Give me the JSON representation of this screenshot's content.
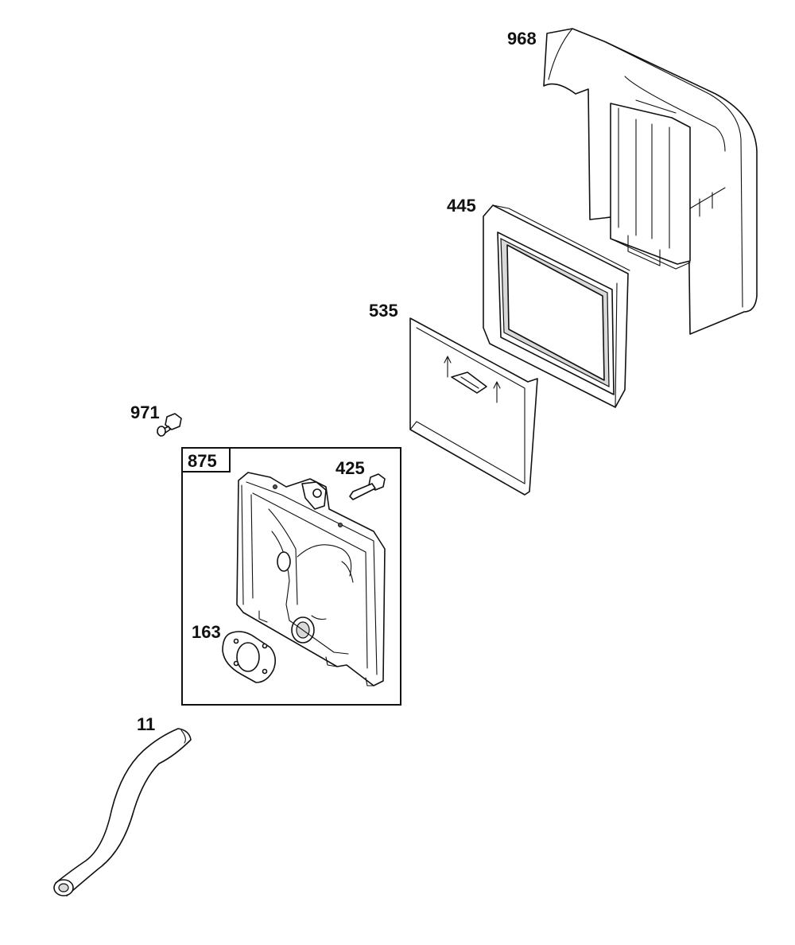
{
  "callouts": {
    "p968": "968",
    "p445": "445",
    "p535": "535",
    "p971": "971",
    "p875": "875",
    "p425": "425",
    "p163": "163",
    "p11": "11"
  }
}
